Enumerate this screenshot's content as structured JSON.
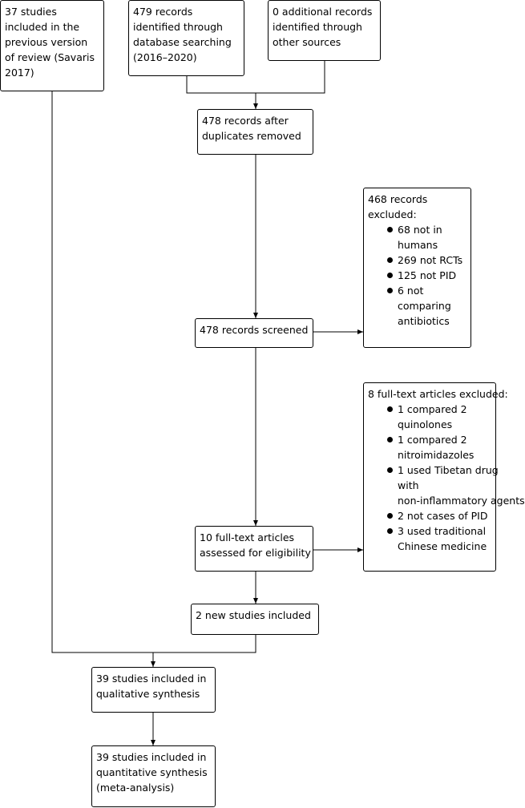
{
  "boxes": {
    "previous_review": {
      "lines": [
        "37 studies",
        "included in the",
        "previous version",
        "of review (Savaris",
        "2017)"
      ]
    },
    "database_search": {
      "lines": [
        "479 records",
        "identified through",
        "database searching",
        "(2016–2020)"
      ]
    },
    "other_sources": {
      "lines": [
        "0 additional records",
        "identified through",
        "other sources"
      ]
    },
    "after_duplicates": {
      "lines": [
        "478 records after",
        "duplicates removed"
      ]
    },
    "records_excluded": {
      "heading": [
        "468 records",
        "excluded:"
      ],
      "items": [
        [
          "68 not in",
          "humans"
        ],
        [
          "269 not RCTs"
        ],
        [
          "125 not PID"
        ],
        [
          "6 not",
          "comparing",
          "antibiotics"
        ]
      ]
    },
    "records_screened": {
      "lines": [
        "478 records screened"
      ]
    },
    "fulltext_excluded": {
      "heading": [
        "8 full-text articles excluded:"
      ],
      "items": [
        [
          "1 compared 2",
          "quinolones"
        ],
        [
          "1 compared 2",
          "nitroimidazoles"
        ],
        [
          "1 used Tibetan drug",
          "with",
          "non-inflammatory agents"
        ],
        [
          "2 not cases of PID"
        ],
        [
          "3 used traditional",
          "Chinese medicine"
        ]
      ]
    },
    "fulltext_assessed": {
      "lines": [
        "10 full-text articles",
        "assessed for eligibility"
      ]
    },
    "new_studies": {
      "lines": [
        "2 new studies included"
      ]
    },
    "qualitative": {
      "lines": [
        "39 studies included in",
        "qualitative synthesis"
      ]
    },
    "quantitative": {
      "lines": [
        "39 studies included in",
        "quantitative synthesis",
        "(meta-analysis)"
      ]
    }
  },
  "colors": {
    "stroke": "#000000",
    "background": "#ffffff"
  }
}
